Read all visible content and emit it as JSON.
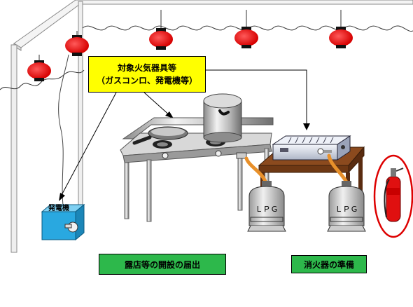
{
  "callout": {
    "line1": "対象火気器具等",
    "line2": "（ガスコンロ、発電機等）"
  },
  "generator": {
    "label": "発電機"
  },
  "lpg_tanks": [
    {
      "label": "ＬＰＧ"
    },
    {
      "label": "ＬＰＧ"
    }
  ],
  "notices": {
    "stall_opening": "露店等の開設の届出",
    "extinguisher_prep": "消火器の準備"
  },
  "colors": {
    "callout_fill": "#ffff00",
    "notice_fill": "#2db84b",
    "lantern": "#ee1111",
    "generator": "#29a8e0",
    "highlight_ring": "#dd0000",
    "hose": "#e8902a",
    "table_top": "#8b4a1e"
  },
  "icons": [
    "paper-lantern-icon",
    "gas-stove-icon",
    "frying-pan-icon",
    "stock-pot-icon",
    "grill-icon",
    "lpg-cylinder-icon",
    "generator-icon",
    "fire-extinguisher-icon"
  ]
}
